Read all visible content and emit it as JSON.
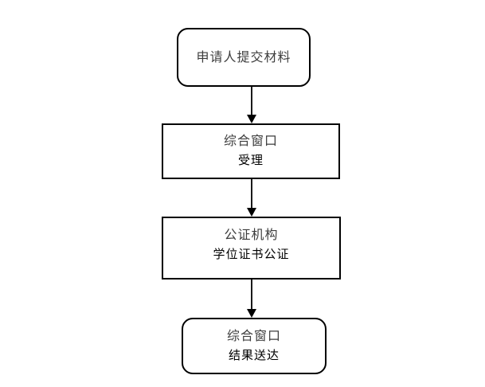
{
  "page": {
    "background": "#ffffff"
  },
  "chart_data": {
    "type": "flowchart",
    "direction": "top-down",
    "nodes": [
      {
        "id": "start",
        "shape": "rounded-rectangle",
        "lines": [
          "申请人提交材料"
        ]
      },
      {
        "id": "accept",
        "shape": "rectangle",
        "lines": [
          "综合窗口",
          "受理"
        ]
      },
      {
        "id": "notarize",
        "shape": "rectangle",
        "lines": [
          "公证机构",
          "学位证书公证"
        ]
      },
      {
        "id": "deliver",
        "shape": "rounded-rectangle",
        "lines": [
          "综合窗口",
          "结果送达"
        ]
      }
    ],
    "connectors": [
      {
        "from": "start",
        "to": "accept",
        "style": "solid-arrow-down"
      },
      {
        "from": "accept",
        "to": "notarize",
        "style": "solid-arrow-down"
      },
      {
        "from": "notarize",
        "to": "deliver",
        "style": "solid-arrow-down"
      }
    ],
    "colors": {
      "node_border": "#000000",
      "node_fill": "#ffffff",
      "heading_text": "#3d3d3d",
      "body_text": "#000000",
      "arrow": "#000000"
    }
  }
}
